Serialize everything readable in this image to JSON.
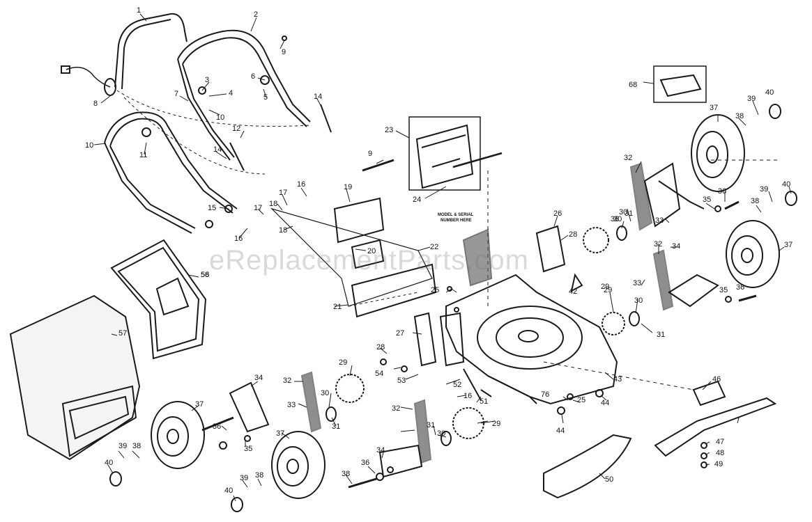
{
  "watermark": "eReplacementParts.com",
  "note": {
    "line1": "MODEL & SERIAL",
    "line2": "NUMBER HERE"
  },
  "callouts": [
    {
      "key": "p1",
      "text": "1"
    },
    {
      "key": "p2",
      "text": "2"
    },
    {
      "key": "p3",
      "text": "3"
    },
    {
      "key": "p4",
      "text": "4"
    },
    {
      "key": "p5",
      "text": "5"
    },
    {
      "key": "p6",
      "text": "6"
    },
    {
      "key": "p7",
      "text": "7"
    },
    {
      "key": "p8",
      "text": "8"
    },
    {
      "key": "p9a",
      "text": "9"
    },
    {
      "key": "p9b",
      "text": "9"
    },
    {
      "key": "p10a",
      "text": "10"
    },
    {
      "key": "p10b",
      "text": "10"
    },
    {
      "key": "p11",
      "text": "11"
    },
    {
      "key": "p12",
      "text": "12"
    },
    {
      "key": "p14a",
      "text": "14"
    },
    {
      "key": "p14b",
      "text": "14"
    },
    {
      "key": "p15",
      "text": "15"
    },
    {
      "key": "p16a",
      "text": "16"
    },
    {
      "key": "p16b",
      "text": "16"
    },
    {
      "key": "p16c",
      "text": "16"
    },
    {
      "key": "p17a",
      "text": "17"
    },
    {
      "key": "p17b",
      "text": "17"
    },
    {
      "key": "p18a",
      "text": "18"
    },
    {
      "key": "p18b",
      "text": "18"
    },
    {
      "key": "p19",
      "text": "19"
    },
    {
      "key": "p20",
      "text": "20"
    },
    {
      "key": "p21",
      "text": "21"
    },
    {
      "key": "p22",
      "text": "22"
    },
    {
      "key": "p23",
      "text": "23"
    },
    {
      "key": "p24",
      "text": "24"
    },
    {
      "key": "p25a",
      "text": "25"
    },
    {
      "key": "p25b",
      "text": "25"
    },
    {
      "key": "p26",
      "text": "26"
    },
    {
      "key": "p27",
      "text": "27"
    },
    {
      "key": "p28a",
      "text": "28"
    },
    {
      "key": "p28b",
      "text": "28"
    },
    {
      "key": "p29a",
      "text": "29"
    },
    {
      "key": "p29b",
      "text": "29"
    },
    {
      "key": "p29c",
      "text": "29"
    },
    {
      "key": "p29d",
      "text": "29"
    },
    {
      "key": "p30a",
      "text": "30"
    },
    {
      "key": "p30b",
      "text": "30"
    },
    {
      "key": "p30c",
      "text": "30"
    },
    {
      "key": "p30d",
      "text": "30"
    },
    {
      "key": "p30e",
      "text": "30"
    },
    {
      "key": "p31a",
      "text": "31"
    },
    {
      "key": "p31b",
      "text": "31"
    },
    {
      "key": "p31c",
      "text": "31"
    },
    {
      "key": "p31d",
      "text": "31"
    },
    {
      "key": "p32a",
      "text": "32"
    },
    {
      "key": "p32b",
      "text": "32"
    },
    {
      "key": "p32c",
      "text": "32"
    },
    {
      "key": "p32d",
      "text": "32"
    },
    {
      "key": "p33a",
      "text": "33"
    },
    {
      "key": "p33b",
      "text": "33"
    },
    {
      "key": "p33c",
      "text": "33"
    },
    {
      "key": "p34a",
      "text": "34"
    },
    {
      "key": "p34b",
      "text": "34"
    },
    {
      "key": "p34c",
      "text": "34"
    },
    {
      "key": "p35a",
      "text": "35"
    },
    {
      "key": "p35b",
      "text": "35"
    },
    {
      "key": "p35c",
      "text": "35"
    },
    {
      "key": "p36a",
      "text": "36"
    },
    {
      "key": "p36b",
      "text": "36"
    },
    {
      "key": "p36c",
      "text": "36"
    },
    {
      "key": "p36d",
      "text": "36"
    },
    {
      "key": "p36e",
      "text": "36"
    },
    {
      "key": "p37a",
      "text": "37"
    },
    {
      "key": "p37b",
      "text": "37"
    },
    {
      "key": "p37c",
      "text": "37"
    },
    {
      "key": "p37d",
      "text": "37"
    },
    {
      "key": "p38a",
      "text": "38"
    },
    {
      "key": "p38b",
      "text": "38"
    },
    {
      "key": "p38c",
      "text": "38"
    },
    {
      "key": "p38d",
      "text": "38"
    },
    {
      "key": "p38e",
      "text": "38"
    },
    {
      "key": "p39a",
      "text": "39"
    },
    {
      "key": "p39b",
      "text": "39"
    },
    {
      "key": "p39c",
      "text": "39"
    },
    {
      "key": "p39d",
      "text": "39"
    },
    {
      "key": "p40a",
      "text": "40"
    },
    {
      "key": "p40b",
      "text": "40"
    },
    {
      "key": "p40c",
      "text": "40"
    },
    {
      "key": "p40d",
      "text": "40"
    },
    {
      "key": "p42",
      "text": "42"
    },
    {
      "key": "p43",
      "text": "43"
    },
    {
      "key": "p44a",
      "text": "44"
    },
    {
      "key": "p44b",
      "text": "44"
    },
    {
      "key": "p46",
      "text": "46"
    },
    {
      "key": "p47",
      "text": "47"
    },
    {
      "key": "p48",
      "text": "48"
    },
    {
      "key": "p49",
      "text": "49"
    },
    {
      "key": "p50",
      "text": "50"
    },
    {
      "key": "p51",
      "text": "51"
    },
    {
      "key": "p52",
      "text": "52"
    },
    {
      "key": "p53",
      "text": "53"
    },
    {
      "key": "p54",
      "text": "54"
    },
    {
      "key": "p56",
      "text": "56"
    },
    {
      "key": "p57",
      "text": "57"
    },
    {
      "key": "p58",
      "text": "58"
    },
    {
      "key": "p68",
      "text": "68"
    },
    {
      "key": "p76",
      "text": "76"
    }
  ]
}
